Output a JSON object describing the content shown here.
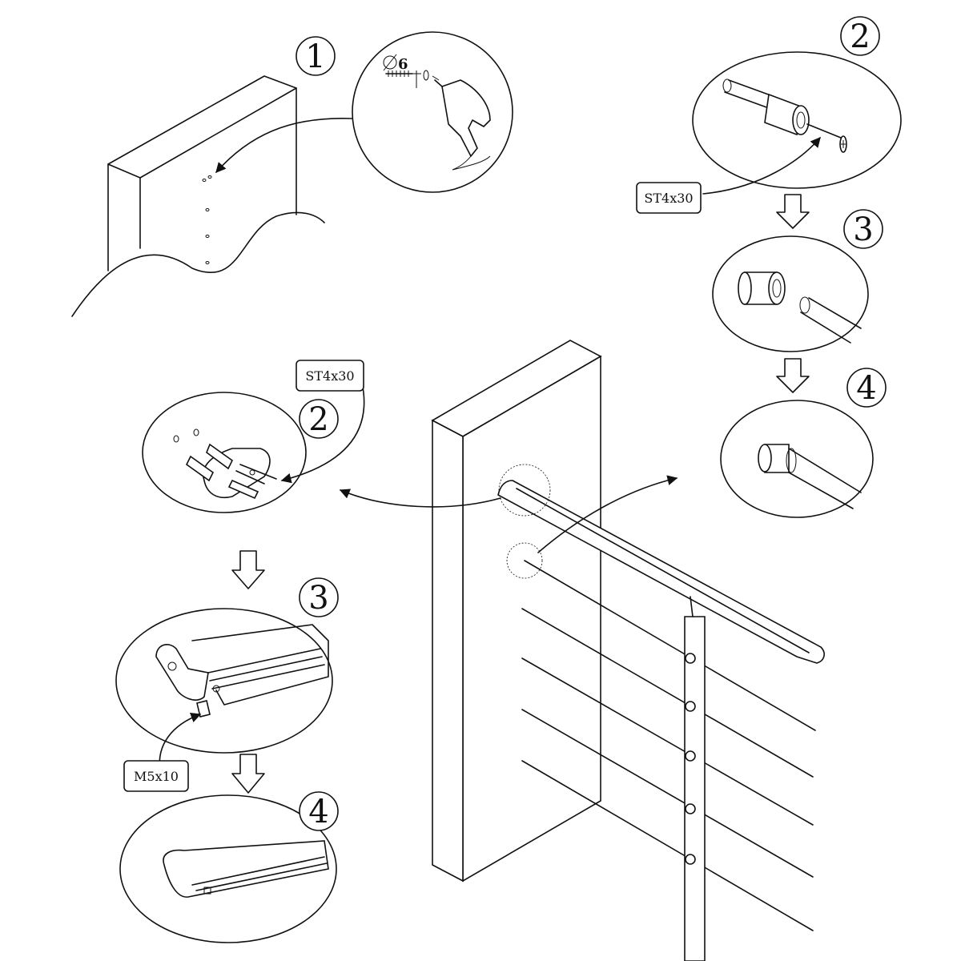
{
  "steps": {
    "wall_step_1": "1",
    "top_right_step_2": "2",
    "top_right_step_3": "3",
    "top_right_step_4": "4",
    "left_step_2": "2",
    "left_step_3": "3",
    "left_step_4": "4"
  },
  "labels": {
    "drill_diameter": "6",
    "screw_top_right": "ST4x30",
    "screw_left": "ST4x30",
    "grub_screw": "M5x10"
  }
}
